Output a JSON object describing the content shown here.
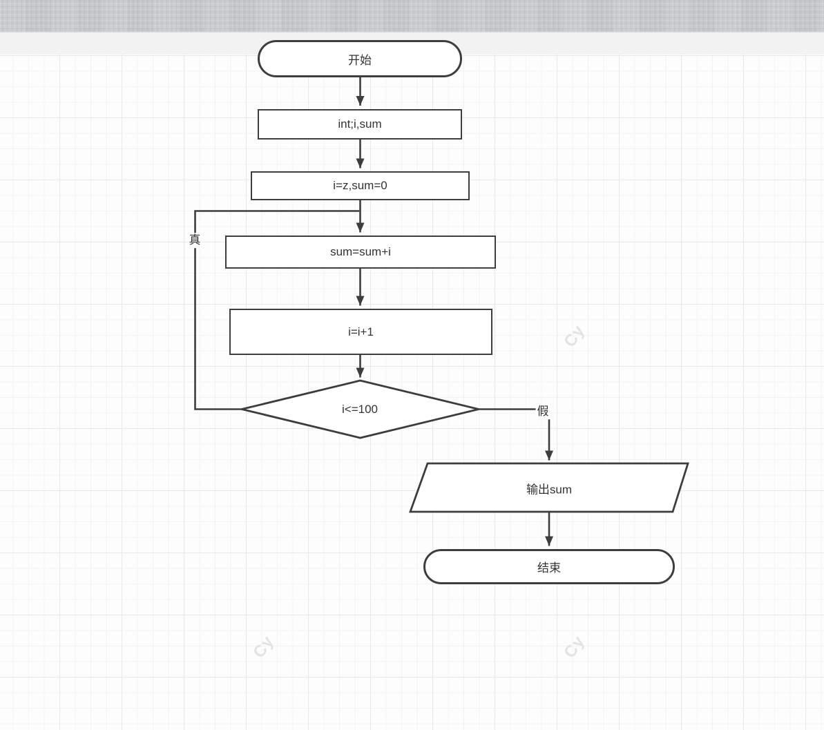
{
  "flowchart": {
    "nodes": {
      "start": {
        "type": "terminator",
        "label": "开始"
      },
      "declare": {
        "type": "process",
        "label": "int;i,sum"
      },
      "init": {
        "type": "process",
        "label": "i=z,sum=0"
      },
      "accumulate": {
        "type": "process",
        "label": "sum=sum+i"
      },
      "increment": {
        "type": "process",
        "label": "i=i+1"
      },
      "decision": {
        "type": "decision",
        "label": "i<=100"
      },
      "output": {
        "type": "input-output",
        "label": "输出sum"
      },
      "end": {
        "type": "terminator",
        "label": "结束"
      }
    },
    "edge_labels": {
      "true_branch": "真",
      "false_branch": "假"
    },
    "watermark": {
      "text": "Cy"
    }
  },
  "colors": {
    "shape_stroke": "#3d3d3d",
    "text": "#333333",
    "grid_major": "#e8e8eb",
    "grid_minor": "#f3f3f5",
    "toolbar": "#cbccd0",
    "margin_band": "#f2f2f3",
    "watermark": "#e2e2e7"
  }
}
